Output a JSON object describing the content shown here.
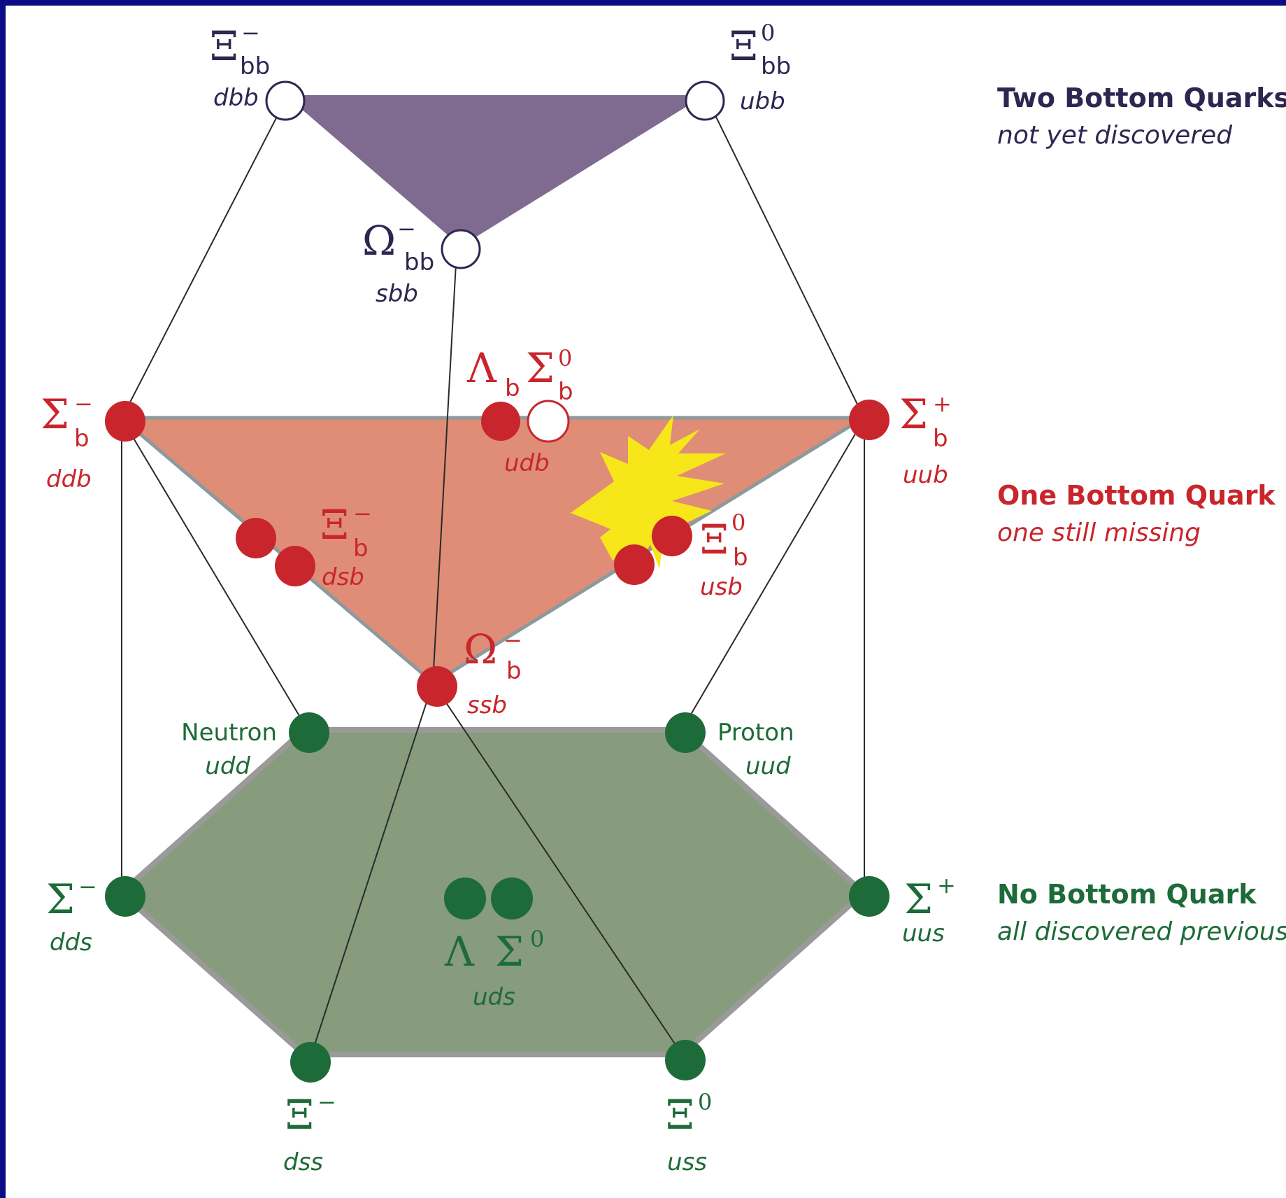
{
  "colors": {
    "background_border": "#0c0c86",
    "two_bottom": "#2e2650",
    "one_bottom": "#c8262c",
    "no_bottom": "#1d6b38",
    "purple_plane": "#7e6b8f",
    "salmon_plane": "#df8d76",
    "green_plane": "#869c7c",
    "burst": "#f7e619"
  },
  "legend": {
    "two_bottom": {
      "title": "Two Bottom Quarks",
      "note": "not yet discovered"
    },
    "one_bottom": {
      "title": "One Bottom Quark",
      "note": "one still missing"
    },
    "no_bottom": {
      "title": "No Bottom Quark",
      "note": "all discovered previously"
    }
  },
  "particles": {
    "xi_bb_minus": {
      "symbol": "Ξ",
      "sub": "bb",
      "sup": "−",
      "quarks": "dbb",
      "status": "undiscovered"
    },
    "xi_bb_zero": {
      "symbol": "Ξ",
      "sub": "bb",
      "sup": "0",
      "quarks": "ubb",
      "status": "undiscovered"
    },
    "omega_bb": {
      "symbol": "Ω",
      "sub": "bb",
      "sup": "−",
      "quarks": "sbb",
      "status": "undiscovered"
    },
    "sigma_b_minus": {
      "symbol": "Σ",
      "sub": "b",
      "sup": "−",
      "quarks": "ddb",
      "status": "discovered"
    },
    "sigma_b_plus": {
      "symbol": "Σ",
      "sub": "b",
      "sup": "+",
      "quarks": "uub",
      "status": "discovered"
    },
    "lambda_b": {
      "symbol": "Λ",
      "sub": "b",
      "status": "discovered"
    },
    "sigma_b_zero": {
      "symbol": "Σ",
      "sub": "b",
      "sup": "0",
      "status": "undiscovered"
    },
    "udb": {
      "quarks": "udb"
    },
    "xi_b_minus": {
      "symbol": "Ξ",
      "sub": "b",
      "sup": "−",
      "quarks": "dsb",
      "status": "discovered"
    },
    "xi_b_zero": {
      "symbol": "Ξ",
      "sub": "b",
      "sup": "0",
      "quarks": "usb",
      "status": "discovered"
    },
    "omega_b": {
      "symbol": "Ω",
      "sub": "b",
      "sup": "−",
      "quarks": "ssb",
      "status": "discovered"
    },
    "neutron": {
      "name": "Neutron",
      "quarks": "udd"
    },
    "proton": {
      "name": "Proton",
      "quarks": "uud"
    },
    "sigma_minus": {
      "symbol": "Σ",
      "sup": "−",
      "quarks": "dds"
    },
    "sigma_plus": {
      "symbol": "Σ",
      "sup": "+",
      "quarks": "uus"
    },
    "lambda": {
      "symbol": "Λ"
    },
    "sigma_zero": {
      "symbol": "Σ",
      "sup": "0"
    },
    "uds": {
      "quarks": "uds"
    },
    "xi_minus": {
      "symbol": "Ξ",
      "sup": "−",
      "quarks": "dss"
    },
    "xi_zero": {
      "symbol": "Ξ",
      "sup": "0",
      "quarks": "uss"
    }
  }
}
